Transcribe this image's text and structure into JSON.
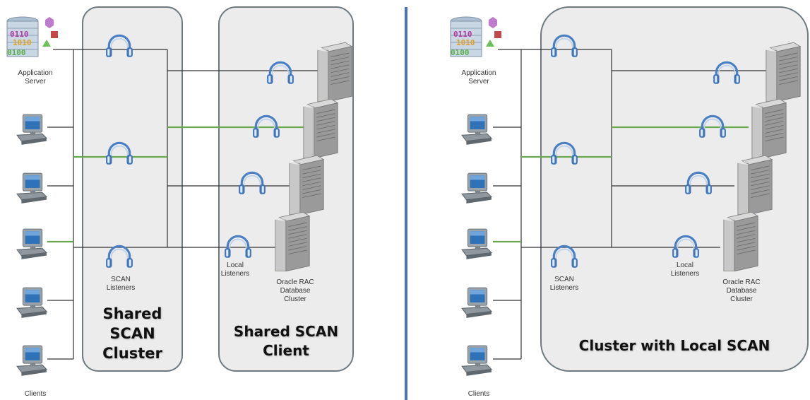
{
  "left_panel": {
    "app_server_label": "Application\nServer",
    "clients_label": "Clients",
    "scan_listeners_label": "SCAN\nListeners",
    "local_listeners_label": "Local\nListeners",
    "db_cluster_label": "Oracle RAC\nDatabase\nCluster",
    "shared_scan_cluster_title": "Shared\nSCAN\nCluster",
    "shared_scan_client_title": "Shared SCAN\nClient"
  },
  "right_panel": {
    "app_server_label": "Application\nServer",
    "clients_label": "Clients",
    "scan_listeners_label": "SCAN\nListeners",
    "local_listeners_label": "Local\nListeners",
    "db_cluster_label": "Oracle RAC\nDatabase\nCluster",
    "cluster_local_scan_title": "Cluster with Local SCAN"
  },
  "colors": {
    "divider": "#4a72c4",
    "box_fill": "#ececec",
    "box_stroke": "#6f7a80",
    "connection": "#333333",
    "active_connection": "#6aa84f",
    "headphone": "#4a7fc4"
  },
  "icons": [
    "application-server-icon",
    "client-computer-icon",
    "headphone-listener-icon",
    "database-server-icon"
  ]
}
